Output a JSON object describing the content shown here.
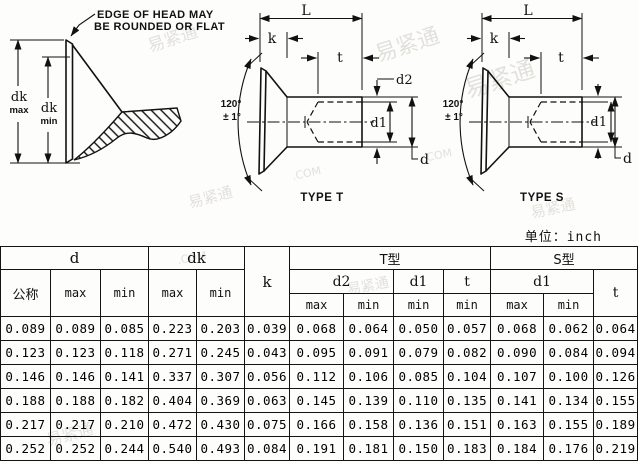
{
  "unit_note": "单位：inch",
  "watermark": {
    "cjk": "易紧通",
    "com": ".COM"
  },
  "drawings": {
    "edge_note_line1": "EDGE OF HEAD MAY",
    "edge_note_line2": "BE ROUNDED OR FLAT",
    "labels": {
      "dk": "dk",
      "max": "max",
      "min": "min",
      "L": "L",
      "k": "k",
      "t": "t",
      "d": "d",
      "d1": "d1",
      "d2": "d2"
    },
    "angle_line1": "120°",
    "angle_line2": "± 1°",
    "type_t": "TYPE T",
    "type_s": "TYPE S"
  },
  "table": {
    "header": {
      "nominal": "公称",
      "d": "d",
      "dk": "dk",
      "k": "k",
      "t_type": "T型",
      "s_type": "S型",
      "d2": "d2",
      "d1": "d1",
      "t": "t",
      "max": "max",
      "min": "min"
    },
    "rows": [
      [
        "0.089",
        "0.089",
        "0.085",
        "0.223",
        "0.203",
        "0.039",
        "0.068",
        "0.064",
        "0.050",
        "0.057",
        "0.068",
        "0.062",
        "0.064"
      ],
      [
        "0.123",
        "0.123",
        "0.118",
        "0.271",
        "0.245",
        "0.043",
        "0.095",
        "0.091",
        "0.079",
        "0.082",
        "0.090",
        "0.084",
        "0.094"
      ],
      [
        "0.146",
        "0.146",
        "0.141",
        "0.337",
        "0.307",
        "0.056",
        "0.112",
        "0.106",
        "0.085",
        "0.104",
        "0.107",
        "0.100",
        "0.126"
      ],
      [
        "0.188",
        "0.188",
        "0.182",
        "0.404",
        "0.369",
        "0.063",
        "0.145",
        "0.139",
        "0.110",
        "0.135",
        "0.141",
        "0.134",
        "0.155"
      ],
      [
        "0.217",
        "0.217",
        "0.210",
        "0.472",
        "0.430",
        "0.075",
        "0.166",
        "0.158",
        "0.136",
        "0.151",
        "0.163",
        "0.155",
        "0.189"
      ],
      [
        "0.252",
        "0.252",
        "0.244",
        "0.540",
        "0.493",
        "0.084",
        "0.191",
        "0.181",
        "0.150",
        "0.183",
        "0.184",
        "0.176",
        "0.219"
      ]
    ]
  }
}
